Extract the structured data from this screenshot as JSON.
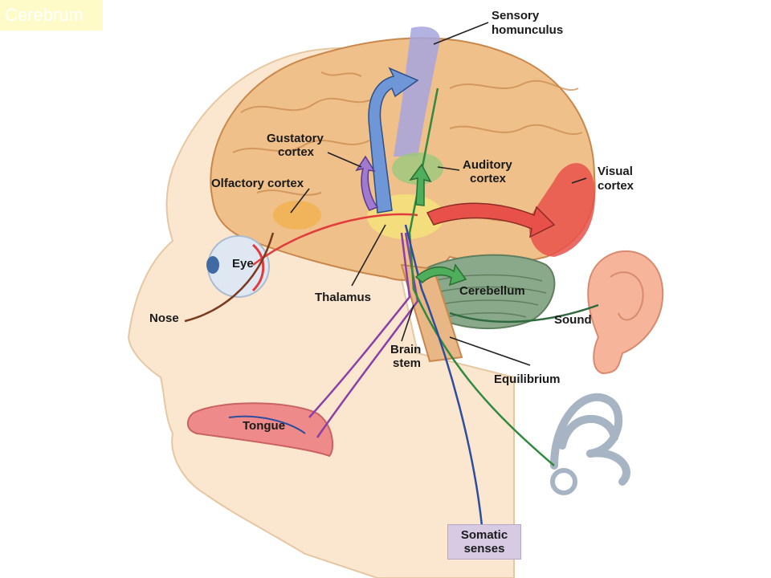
{
  "slide": {
    "title": "Cerebrum"
  },
  "labels": {
    "sensory_homunculus": [
      "Sensory",
      "homunculus"
    ],
    "gustatory_cortex": [
      "Gustatory",
      "cortex"
    ],
    "auditory_cortex": [
      "Auditory",
      "cortex"
    ],
    "visual_cortex": [
      "Visual",
      "cortex"
    ],
    "olfactory_cortex": "Olfactory cortex",
    "eye": "Eye",
    "nose": "Nose",
    "thalamus": "Thalamus",
    "cerebellum": "Cerebellum",
    "sound": "Sound",
    "brain_stem": [
      "Brain",
      "stem"
    ],
    "equilibrium": "Equilibrium",
    "tongue": "Tongue",
    "somatic_senses": [
      "Somatic",
      "senses"
    ]
  },
  "colors": {
    "skin": "#fbe7cf",
    "skin_shadow": "#f2cba4",
    "brain": "#efc08a",
    "brain_fold": "#c9874c",
    "sensory": "#a6a4dd",
    "auditory": "#9fc87e",
    "visual": "#e8514a",
    "thalamus": "#f3e27a",
    "olfactory": "#f3b04a",
    "cerebellum": "#8aa98a",
    "ear": "#f6b59a",
    "tongue": "#ee8a8a",
    "eye_blue": "#dfe8f2"
  }
}
